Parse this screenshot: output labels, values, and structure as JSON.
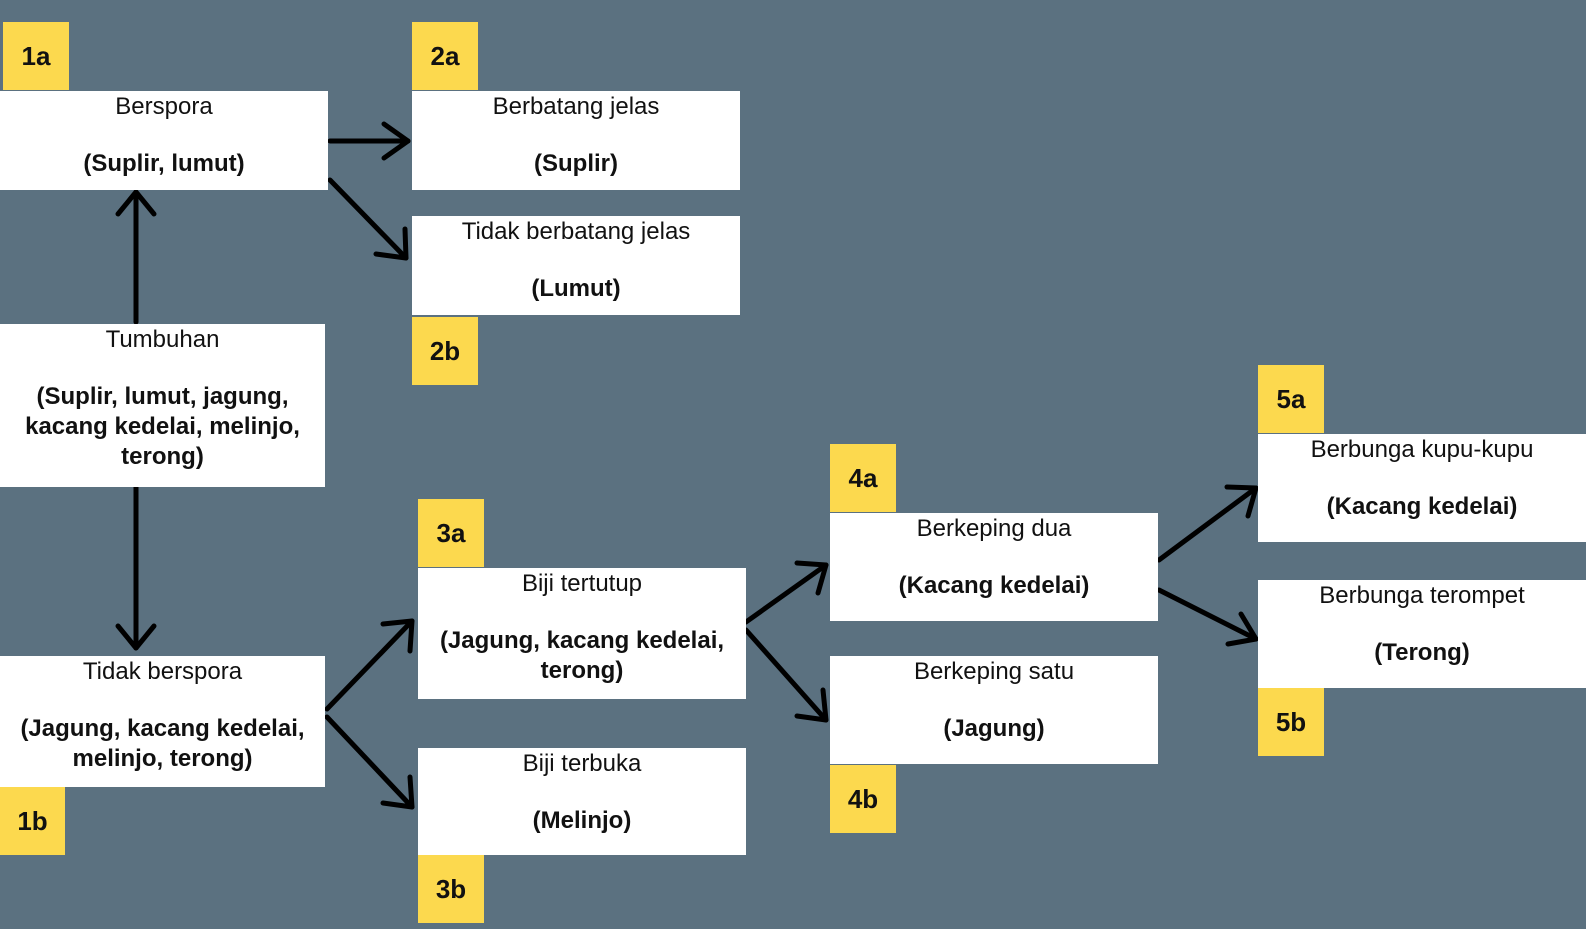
{
  "colors": {
    "background": "#5b7180",
    "box": "#ffffff",
    "tag": "#fcd94e",
    "arrow": "#000000"
  },
  "tags": {
    "t1a": "1a",
    "t1b": "1b",
    "t2a": "2a",
    "t2b": "2b",
    "t3a": "3a",
    "t3b": "3b",
    "t4a": "4a",
    "t4b": "4b",
    "t5a": "5a",
    "t5b": "5b"
  },
  "nodes": {
    "tumbuhan": {
      "title": "Tumbuhan",
      "items": "(Suplir, lumut, jagung, kacang kedelai, melinjo, terong)"
    },
    "berspora": {
      "title": "Berspora",
      "items": "(Suplir, lumut)"
    },
    "tidak_berspora": {
      "title": "Tidak berspora",
      "items": "(Jagung, kacang kedelai, melinjo, terong)"
    },
    "berbatang_jelas": {
      "title": "Berbatang jelas",
      "items": "(Suplir)"
    },
    "tidak_berbatang_jelas": {
      "title": "Tidak berbatang jelas",
      "items": "(Lumut)"
    },
    "biji_tertutup": {
      "title": "Biji tertutup",
      "items": "(Jagung, kacang kedelai, terong)"
    },
    "biji_terbuka": {
      "title": "Biji terbuka",
      "items": "(Melinjo)"
    },
    "berkeping_dua": {
      "title": "Berkeping dua",
      "items": "(Kacang kedelai)"
    },
    "berkeping_satu": {
      "title": "Berkeping satu",
      "items": "(Jagung)"
    },
    "berbunga_kupu": {
      "title": "Berbunga kupu-kupu",
      "items": "(Kacang kedelai)"
    },
    "berbunga_terompet": {
      "title": "Berbunga terompet",
      "items": "(Terong)"
    }
  }
}
